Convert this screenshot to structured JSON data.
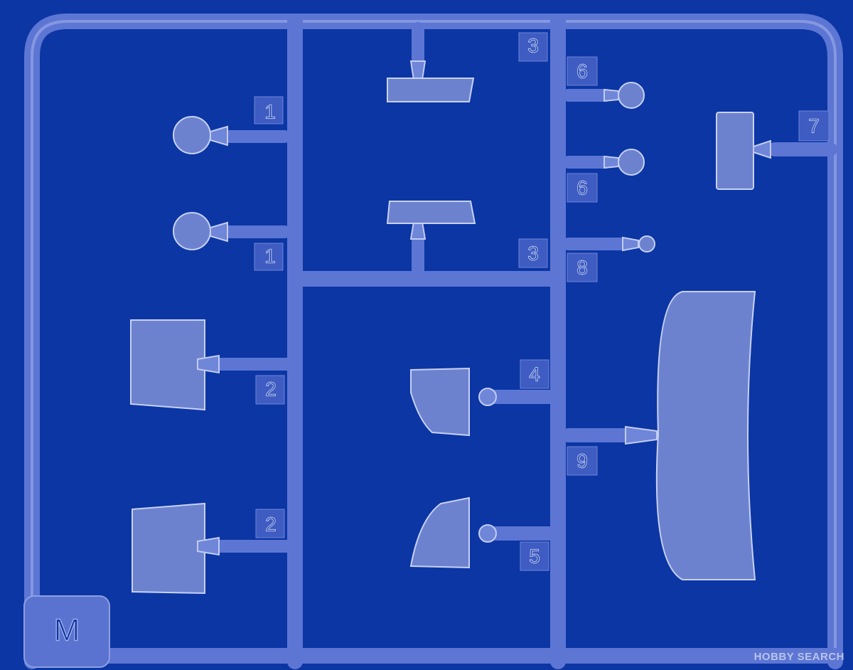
{
  "image": {
    "subject": "clear plastic model kit sprue",
    "background_color": "#0b36a4",
    "sprue_color": "#5d76d4"
  },
  "sprue_letter": "M",
  "part_numbers": {
    "p1a": "1",
    "p1b": "1",
    "p2a": "2",
    "p2b": "2",
    "p3a": "3",
    "p3b": "3",
    "p4": "4",
    "p5": "5",
    "p6a": "6",
    "p6b": "6",
    "p7": "7",
    "p8": "8",
    "p9": "9"
  },
  "watermark": "HOBBY SEARCH"
}
